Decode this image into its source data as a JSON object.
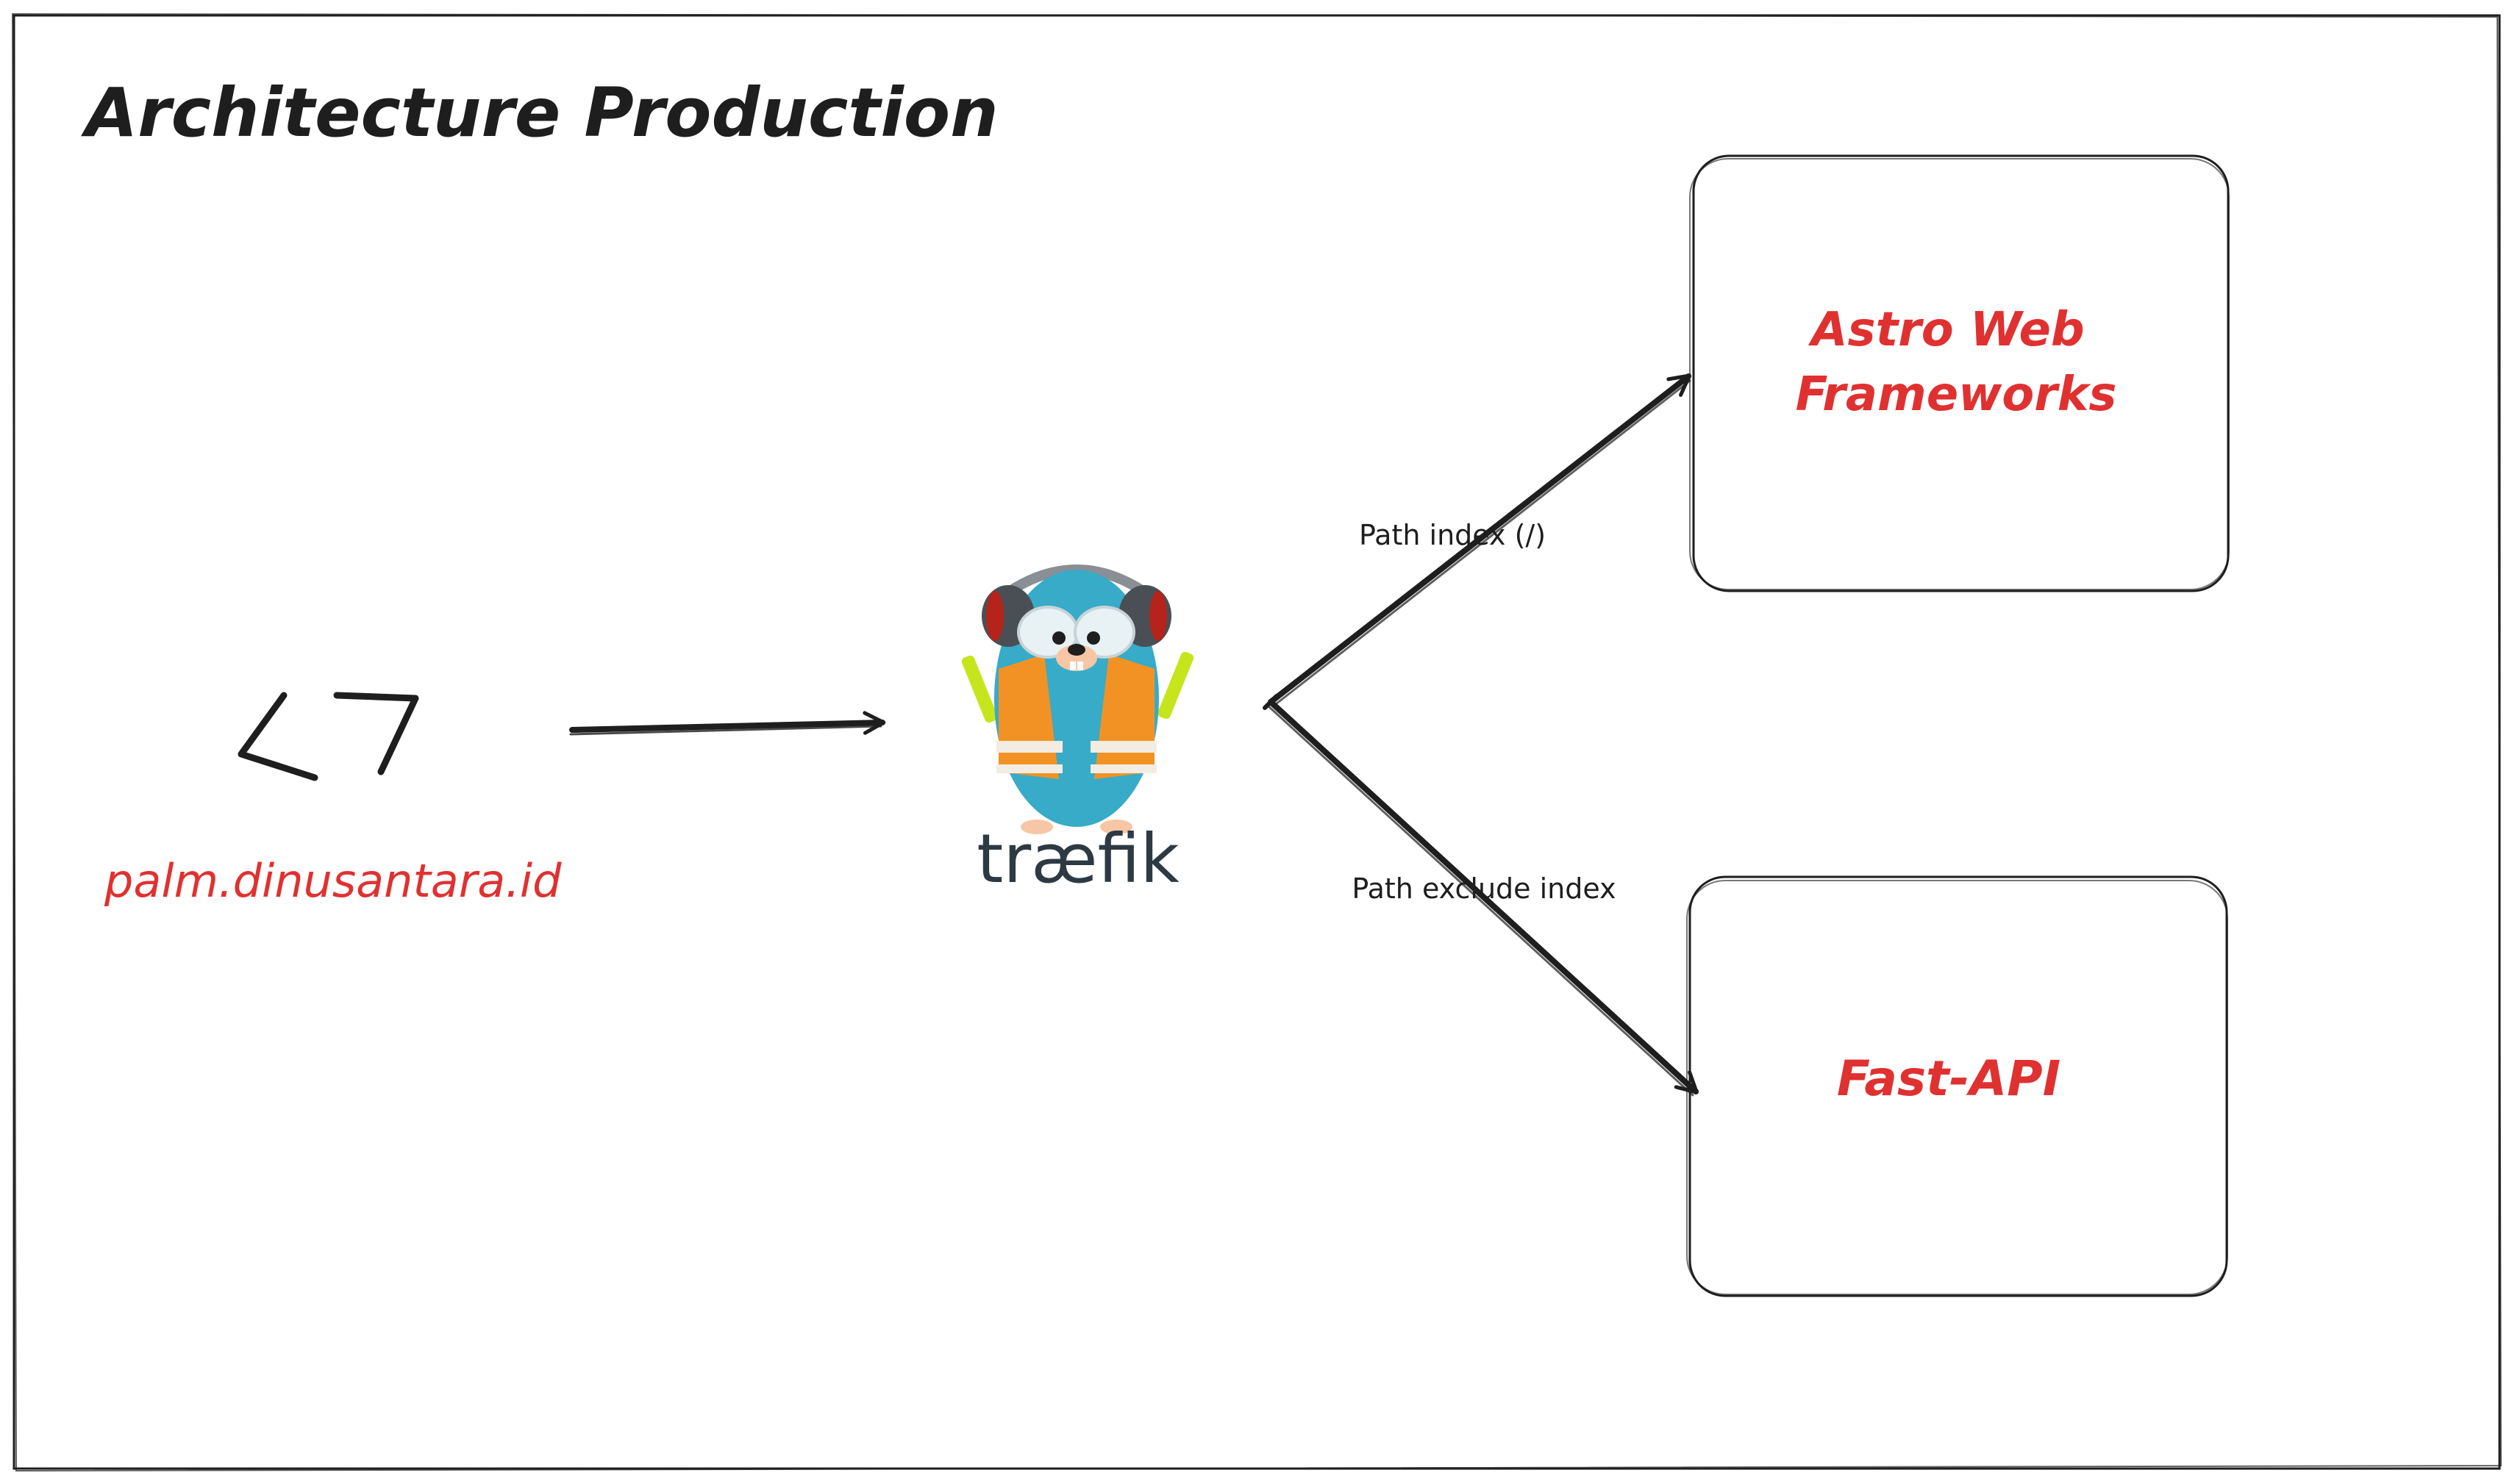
{
  "diagram": {
    "title": "Architecture Production",
    "client": {
      "icon": "code-brackets-icon",
      "label": "palm.dinusantara.id"
    },
    "proxy": {
      "logo_text": "træfik",
      "mascot_icon": "gopher-mascot-icon"
    },
    "services": [
      {
        "id": "astro",
        "label_lines": [
          "Astro Web",
          "Frameworks"
        ]
      },
      {
        "id": "fastapi",
        "label_lines": [
          "Fast-API"
        ]
      }
    ],
    "routes": [
      {
        "label": "Path index (/)",
        "target": "astro"
      },
      {
        "label": "Path exclude index",
        "target": "fastapi"
      }
    ]
  },
  "colors": {
    "stroke": "#1e1e1e",
    "accent_red": "#e03131",
    "traefik_blue": "#37abc8",
    "traefik_orange": "#f39224",
    "traefik_text": "#2d3a44"
  }
}
